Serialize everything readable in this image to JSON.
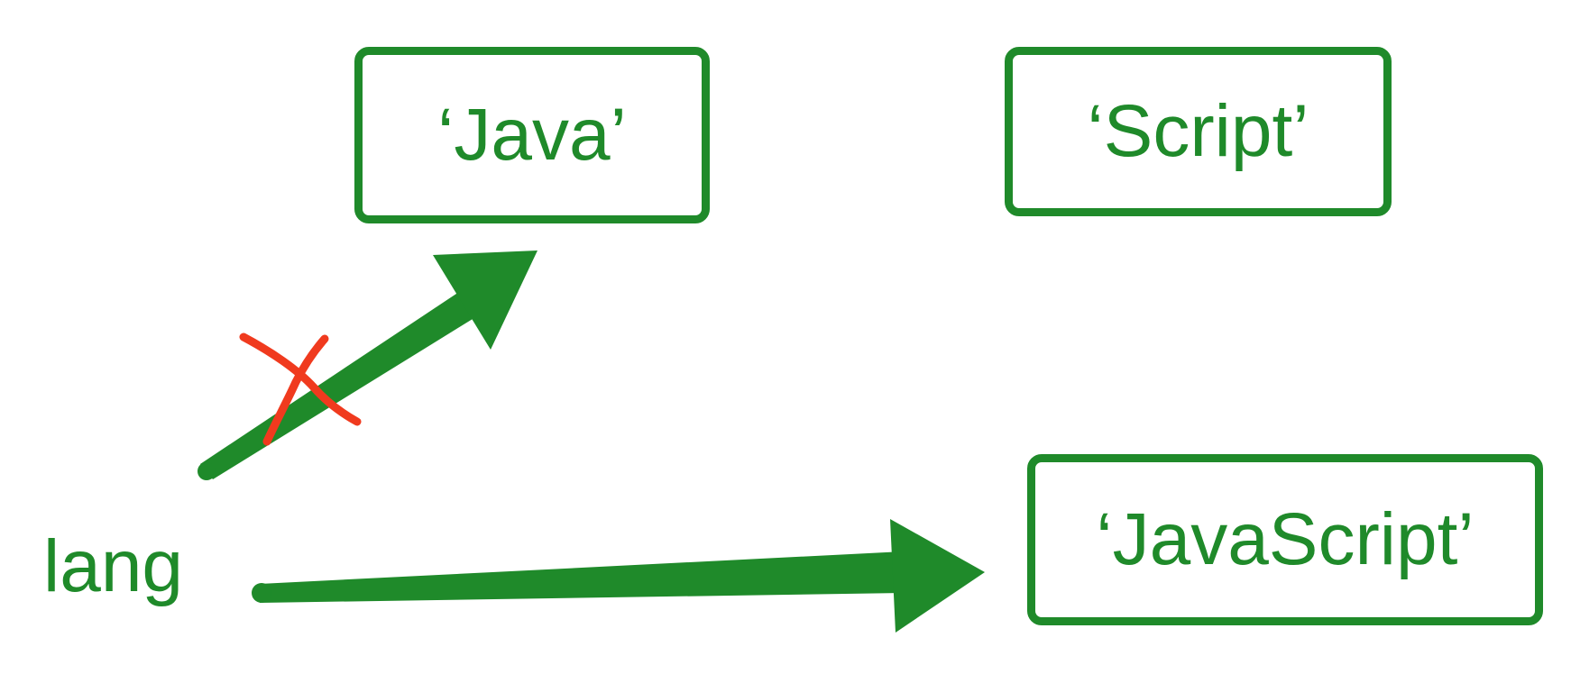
{
  "diagram": {
    "colors": {
      "primary": "#1f8a2a",
      "cross": "#f03a1e",
      "background": "#ffffff"
    },
    "variable_label": "lang",
    "boxes": {
      "java": "‘Java’",
      "script": "‘Script’",
      "javascript": "‘JavaScript’"
    },
    "arrows": [
      {
        "from": "lang",
        "to": "‘Java’",
        "crossed_out": true
      },
      {
        "from": "lang",
        "to": "‘JavaScript’",
        "crossed_out": false
      }
    ]
  }
}
